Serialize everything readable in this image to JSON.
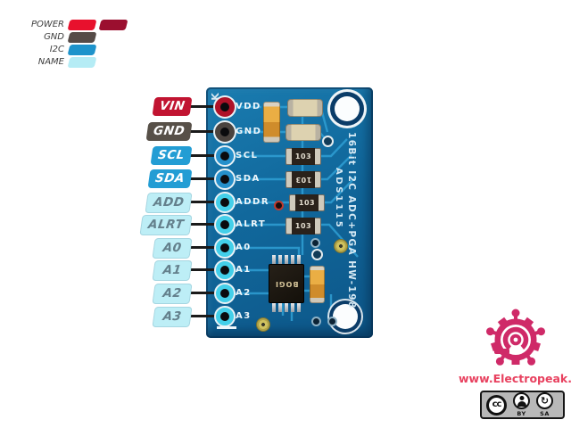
{
  "legend": {
    "rows": [
      {
        "label": "POWER",
        "swatches": [
          "#e8112d",
          "#9b0f2f"
        ]
      },
      {
        "label": "GND",
        "swatches": [
          "#564b47"
        ]
      },
      {
        "label": "I2C",
        "swatches": [
          "#1e93cb"
        ]
      },
      {
        "label": "NAME",
        "swatches": [
          "#b5ecf5"
        ]
      }
    ]
  },
  "pins": [
    {
      "tag": "VIN",
      "board_label": "VDD",
      "category": "power"
    },
    {
      "tag": "GND",
      "board_label": "GND",
      "category": "gnd"
    },
    {
      "tag": "SCL",
      "board_label": "SCL",
      "category": "i2c"
    },
    {
      "tag": "SDA",
      "board_label": "SDA",
      "category": "i2c"
    },
    {
      "tag": "ADD",
      "board_label": "ADDR",
      "category": "name"
    },
    {
      "tag": "ALRT",
      "board_label": "ALRT",
      "category": "name"
    },
    {
      "tag": "A0",
      "board_label": "A0",
      "category": "name"
    },
    {
      "tag": "A1",
      "board_label": "A1",
      "category": "name"
    },
    {
      "tag": "A2",
      "board_label": "A2",
      "category": "name"
    },
    {
      "tag": "A3",
      "board_label": "A3",
      "category": "name"
    }
  ],
  "board": {
    "corner_mark": "K",
    "title_vertical": "16Bit I2C ADC+PGA HW-198",
    "chip_name_vertical": "ADS1115",
    "ic_marking": "BOGI",
    "resistor_values": [
      "103",
      "103",
      "103",
      "103"
    ]
  },
  "branding": {
    "website": "www.Electropeak.com",
    "license": {
      "cc": "cc",
      "by": "BY",
      "sa": "SA"
    }
  },
  "colors": {
    "power_red": "#e8112d",
    "power_dark_red": "#9b0f2f",
    "gnd_gray": "#564b47",
    "i2c_blue": "#1e93cb",
    "name_cyan": "#b5ecf5",
    "pcb_blue": "#11689c",
    "trace_blue": "#2f9fd4",
    "brand_pink": "#cf2a68",
    "website_text": "#e8415f"
  }
}
